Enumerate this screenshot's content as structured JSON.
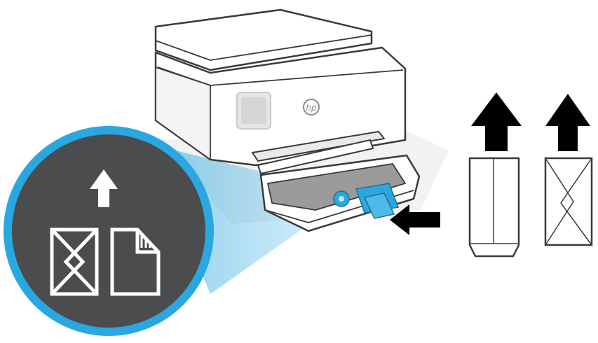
{
  "diagram": {
    "printer_logo_text": "hp",
    "callout": {
      "arrow_direction": "up",
      "media_icons": [
        "envelope-icon",
        "photo-paper-icon"
      ]
    },
    "orientation_guides": [
      {
        "name": "envelope-side-view",
        "arrow_direction": "up"
      },
      {
        "name": "envelope-front-view",
        "arrow_direction": "up"
      }
    ],
    "insert_arrow_direction": "left"
  },
  "colors": {
    "outline": "#3a3a3a",
    "printer_body": "#ffffff",
    "printer_shadow": "#d9d9d9",
    "tray_fill": "#9b9b9b",
    "highlight_blue": "#29a8e0",
    "callout_disk": "#4b4c4e",
    "callout_ring": "#29a8e0",
    "icon_white": "#ffffff",
    "arrow_black": "#000000"
  }
}
